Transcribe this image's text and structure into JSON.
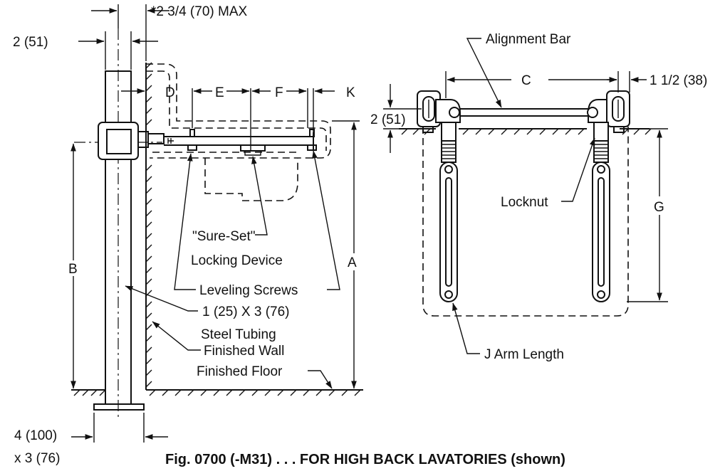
{
  "labels": {
    "max_width": "*2 3/4 (70) MAX",
    "dim_2_51_left": "2 (51)",
    "dim_d": "D",
    "dim_e": "E",
    "dim_f": "F",
    "dim_k": "K",
    "dim_b": "B",
    "dim_a": "A",
    "sure_set_line1": "\"Sure-Set\"",
    "sure_set_line2": "Locking Device",
    "leveling_screws": "Leveling Screws",
    "tubing_line1": "1 (25) X 3 (76)",
    "tubing_line2": "Steel Tubing",
    "finished_wall": "Finished Wall",
    "finished_floor": "Finished Floor",
    "base_line1": "4 (100)",
    "base_line2": "x 3 (76)",
    "alignment_bar": "Alignment Bar",
    "dim_c": "C",
    "dim_1_5_38": "1 1/2 (38)",
    "dim_2_51_right": "2 (51)",
    "locknut": "Locknut",
    "dim_g": "G",
    "j_arm_length": "J Arm Length"
  },
  "caption": "Fig. 0700 (-M31) . . . FOR HIGH BACK LAVATORIES (shown)"
}
